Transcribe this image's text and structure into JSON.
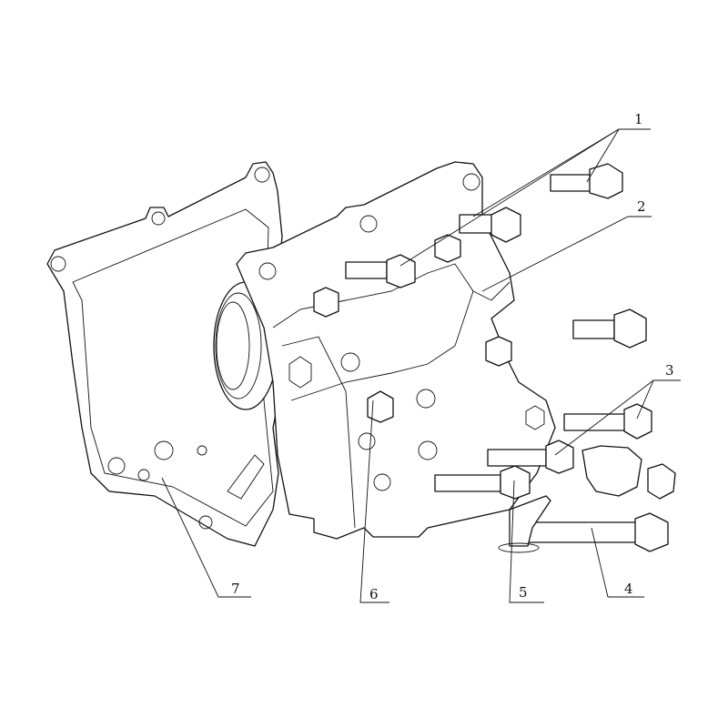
{
  "diagram": {
    "type": "exploded-view parts drawing",
    "callouts": [
      {
        "id": "callout-1",
        "label": "1"
      },
      {
        "id": "callout-2",
        "label": "2"
      },
      {
        "id": "callout-3",
        "label": "3"
      },
      {
        "id": "callout-4",
        "label": "4"
      },
      {
        "id": "callout-5",
        "label": "5"
      },
      {
        "id": "callout-6",
        "label": "6"
      },
      {
        "id": "callout-7",
        "label": "7"
      }
    ],
    "line_color": "#111111",
    "background": "#ffffff"
  }
}
